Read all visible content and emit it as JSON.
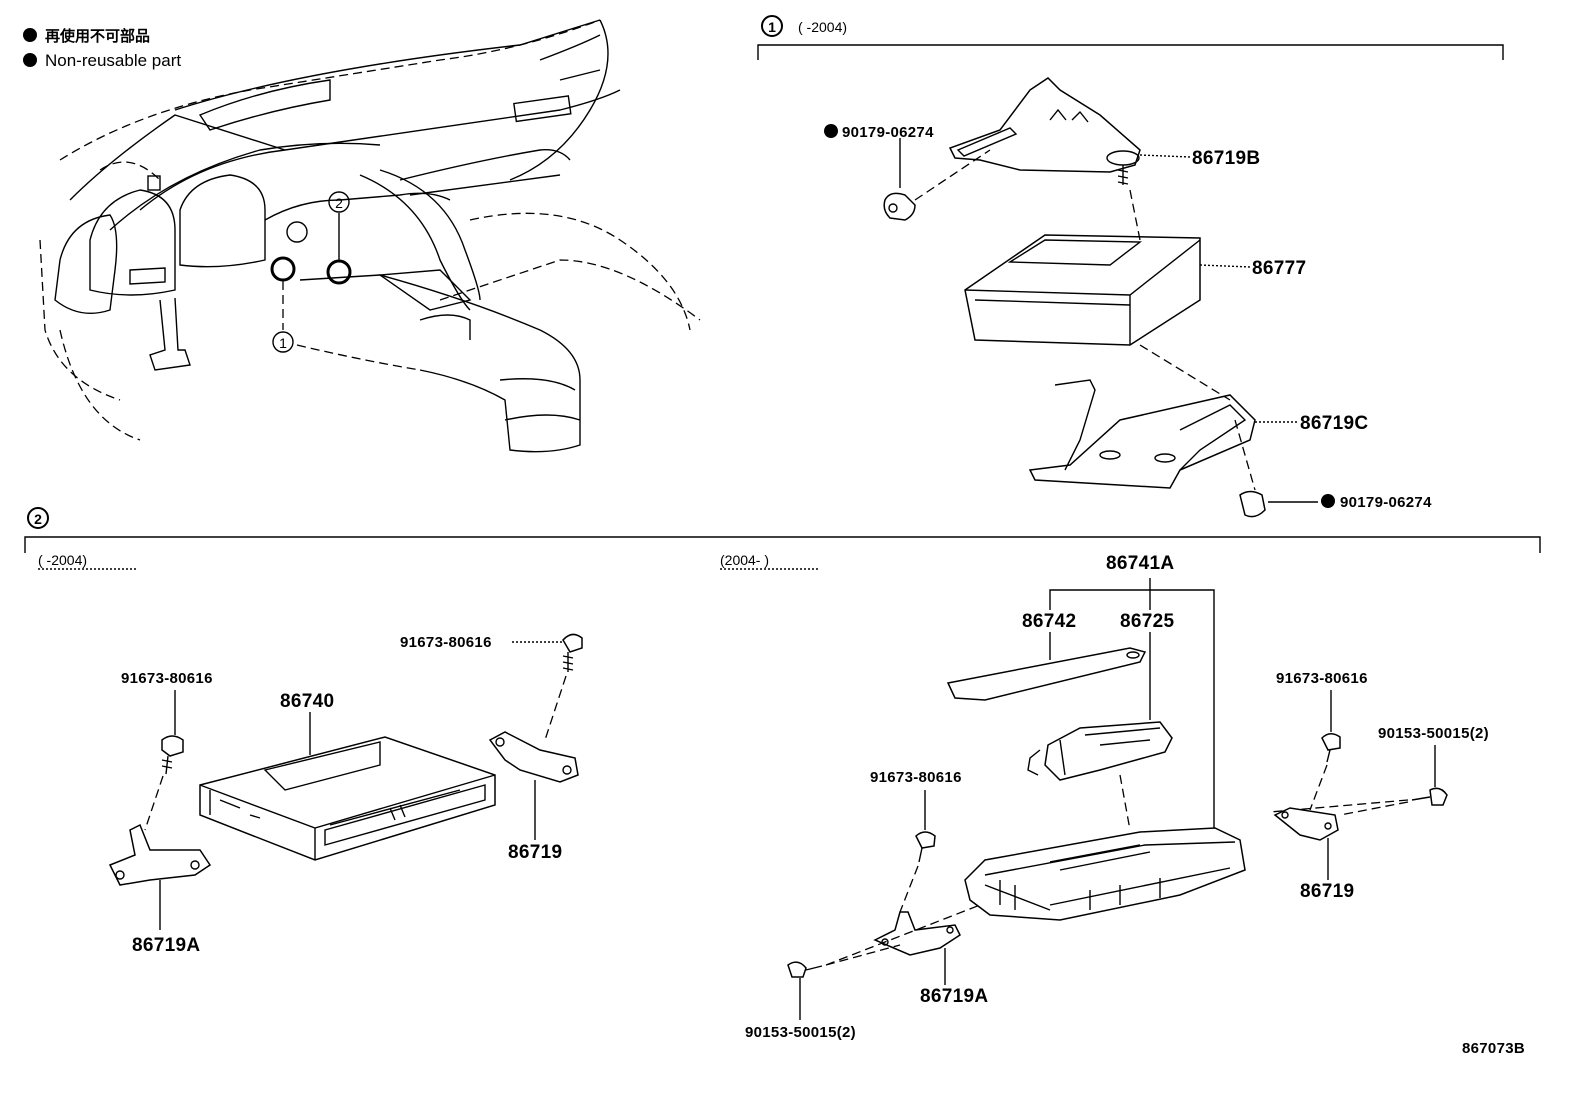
{
  "legend": {
    "jp": "再使用不可部品",
    "en": "Non-reusable part"
  },
  "section1": {
    "marker": "1",
    "range": "(      -2004)",
    "parts": {
      "clip_top": "90179-06274",
      "bracket_top": "86719B",
      "unit": "86777",
      "bracket_bottom": "86719C",
      "clip_bottom": "90179-06274"
    }
  },
  "section2": {
    "marker": "2",
    "left": {
      "range": "(      -2004)",
      "parts": {
        "screw_right": "91673-80616",
        "screw_left": "91673-80616",
        "unit": "86740",
        "bracket_right": "86719",
        "bracket_left": "86719A"
      }
    },
    "right": {
      "range": "(2004-       )",
      "parts": {
        "assembly": "86741A",
        "cover": "86742",
        "module": "86725",
        "screw_upper_right": "91673-80616",
        "bolt_right": "90153-50015(2)",
        "screw_left": "91673-80616",
        "bracket_right": "86719",
        "bracket_left": "86719A",
        "bolt_left": "90153-50015(2)"
      }
    }
  },
  "overview": {
    "callout_1": "1",
    "callout_2": "2"
  },
  "drawing_code": "867073B"
}
